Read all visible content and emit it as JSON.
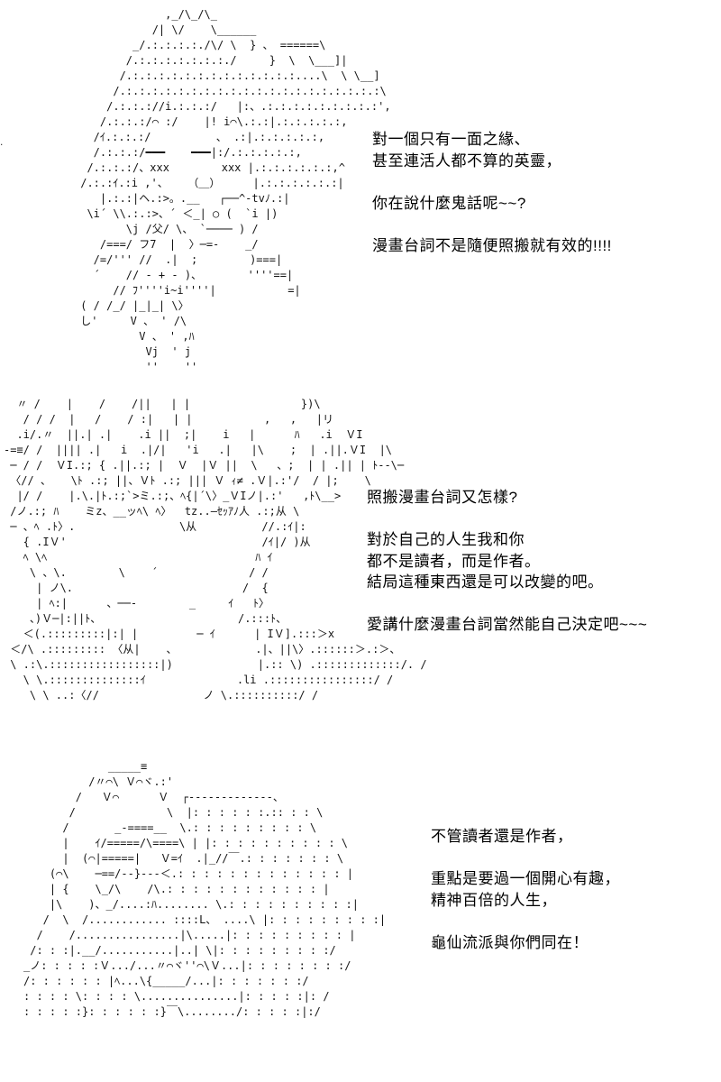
{
  "page": {
    "background_color": "#ffffff",
    "text_color": "#000000"
  },
  "stray_mark": ".",
  "aa_panels": [
    {
      "name": "camera-girl",
      "lines": [
        "              ,_/\\_/\\_",
        "            /| \\/    \\______",
        "         _/.:.:.:.:./\\/ \\  } 、 ======\\",
        "        /.:.:.:.:.:.:.:./     }  \\  \\___]|",
        "       /.:.:.:.:.:.:.:.:.:.:.:.:.:....\\  \\ \\__]",
        "      /.:.:.:.:.:.:.:.:.:.:.:.:.:.:.:.:.:.:.:.:\\",
        "     /.:.:.://i.:.:.:/   |:、.:.:.:.:.:.:.:.:.:',",
        "    /.:.:.:/⌒ :/    |! i⌒\\.:.:|.:.:.:.:.:,",
        "   /ｲ.:.:.:/          、 .:|.:.:.:.:.:,",
        "   /.:.:.:/━━━    ━━━|:/.:.:.:.:.:,",
        "  /.:.:.:/、xxx        xxx |.:.:.:.:.:.:,^",
        " /.:.:ｲ.:i ,'、   （＿）     |.:.:.:.:.:.:|",
        "    |.:.:|ヘ.:>。.__   ┌──^-tvﾉ.:|",
        "  \\i´ \\\\.:.:>、´ ＜_| ○ (  `i |)",
        "        \\j /父/ \\、 `──── ) /",
        "    /===/ フ7  |  〉─=-    _/",
        "   /=/''' //  .|  ;        )===|",
        "   ´    // - + - )、       ''''==|",
        "      // ﾌ''''i~i''''|           =|",
        " ( / /_/ |_|_| \\〉",
        " し'     V 、 ' /\\",
        "          V 、 ' ,ﾊ",
        "           Vj  ' j",
        "           ''    ''"
      ]
    },
    {
      "name": "spiky-hair-man",
      "lines": [
        "  〃 /    |    /    /||   | |                 })\\",
        "   / / /  |   /    / :|   | |           ,   ,   |リ",
        "  .i/.〃  ||.| .|    .i ||  ;|    i   |      ﾊ   .i  ＶI",
        "-=≡/ /  |||| .|   i  .|/|   'i   .|   |\\    ;  | .||.ＶI  |\\",
        " ─ / /  ＶI.:; { .||.:; |  Ｖ  |Ｖ ||  \\   、;  | | .|| | ﾄ--\\─",
        " 〈// 、   \\ﾄ .:; ||、Ｖﾄ .:; ||| Ｖ ｨ≠ .Ｖ|.:'/  / |;    \\",
        "  |/ /    |.\\.|ﾄ.:;`>ミ.:;、ﾍ{|´\\〉_ＶIノ|.:'   ,ﾄ\\__>",
        " /ノ.:; ﾊ    ミz、__ッﾍ\\ ﾍ〉  tz..―ｾｯｱﾉ人 .:;从 \\",
        " ─ 、ﾍ .ﾄ〉.                \\从          //.:ｲ|:",
        "   { .IＶ'                              /ｲ|/ )从",
        "   ﾍ \\ﾍ                                ﾊ ｲ",
        "    \\ 、\\.        \\    ´              / /",
        "     | ノ\\.                          /  {",
        "     | ﾍ:|      、──‐        _     ｲ   ﾄ〉",
        "    、)Ｖ─|:||ﾄ、                     /.:::ﾄ、",
        "   ＜(.:::::::::|:| |         ─ ｲ      | IＶ].:::＞х",
        " ＜/\\ .::::::::: 〈从|    、            .|、||\\〉.::::::＞.:＞、",
        " \\ .:\\.:::::::::::::::::|)             |.:: \\) .:::::::::::::/. /",
        "   \\ \\.::::::::::::::ｲ              .li .::::::::::::::::/ /",
        "    \\ \\ ..:〈//                ノ \\.::::::::::/ /"
      ]
    },
    {
      "name": "turtle-hermit",
      "lines": [
        "             _____≡",
        "          /〃⌒\\ Ｖ⌒ヾ.:'",
        "        /   Ｖ⌒      Ｖ  ┌-------------、",
        "       /              \\  |: : : : : :.:: : : \\",
        "      /       _-====__  \\.: : : : : : : : : \\",
        "      |    ｲ/=====/\\====\\ | |: : : : : : : : : : \\",
        "      |  (⌒|=====|   Ｖ=ｲ  .|_//￣.: : : : : : : \\",
        "    (⌒\\    ─==/--}---＜.: : : : : : : : : : : : : |",
        "    | {    \\_/\\    /\\.: : : : : : : : : : : : |",
        "    |\\    )、_/....:ﾊ........ \\.: : : : : : : : : :|",
        "   /  \\  /............ ::::L、 ....\\ |: : : : : : : : :|",
        "  /    /................|\\.....|: : : : : : : : : |",
        " /: : :|.__/...........|..| \\|: : : : : : : : :/",
        "_ノ: : : : :Ｖ.../...〃⌒ヾ''⌒\\Ｖ...|: : : : : : : :/",
        "/: : : : : : |ﾍ...\\{_____/...|: : : : : : :/",
        ": : : : \\: : : : \\...............|: : : : :|: /",
        ": : : : :}: : : : : :}￣\\......../: : : : :|:/"
      ]
    }
  ],
  "dialogues": [
    {
      "lines": [
        "對一個只有一面之緣、",
        "甚至連活人都不算的英靈，",
        "",
        "你在說什麼鬼話呢~~?",
        "",
        "漫畫台詞不是隨便照搬就有效的!!!!"
      ]
    },
    {
      "lines": [
        "照搬漫畫台詞又怎樣?",
        "",
        "對於自己的人生我和你",
        "都不是讀者，而是作者。",
        "結局這種東西還是可以改變的吧。",
        "",
        "愛講什麼漫畫台詞當然能自己決定吧~~~"
      ]
    },
    {
      "lines": [
        "不管讀者還是作者，",
        "",
        "重點是要過一個開心有趣，",
        "精神百倍的人生，",
        "",
        "龜仙流派與你們同在！"
      ]
    }
  ]
}
